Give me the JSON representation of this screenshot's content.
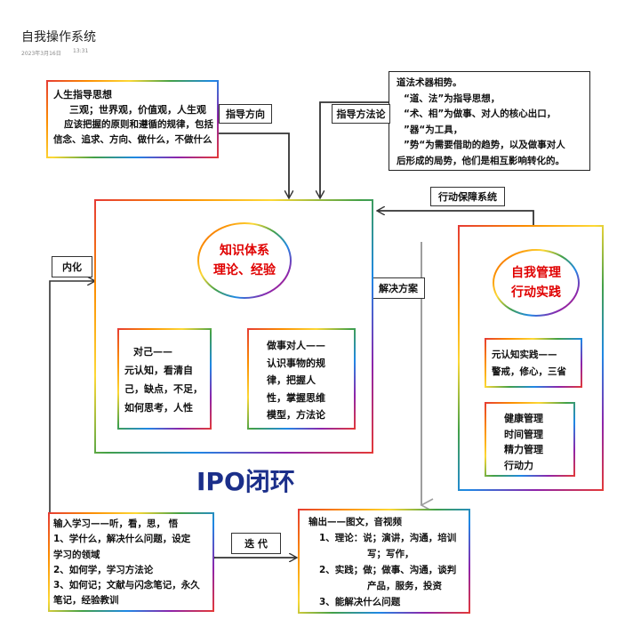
{
  "header": {
    "title": "自我操作系统",
    "date": "2023年3月16日",
    "time": "13:31"
  },
  "boxes": {
    "life_guide": {
      "title": "人生指导思想",
      "lines": [
        "三观；世界观，价值观，人生观",
        "应该把握的原则和遵循的规律，包括",
        "信念、追求、方向、做什么，不做什么"
      ]
    },
    "dao_fa": {
      "lines": [
        "道法术器相势。",
        "“道、法”为指导思想，",
        "“术、相”为做事、对人的核心出口，",
        "”器“为工具，",
        "”势“为需要借助的趋势，以及做事对人",
        "后形成的局势，他们是相互影响转化的。"
      ]
    },
    "knowledge": {
      "line1": "知识体系",
      "line2": "理论、经验"
    },
    "self": {
      "lines": [
        "对己——",
        "元认知，看清自",
        "己，缺点，不足，",
        "如何思考，人性"
      ]
    },
    "others": {
      "lines": [
        "做事对人——",
        "认识事物的规",
        "律，把握人",
        "性，掌握思维",
        "模型，方法论"
      ]
    },
    "self_mgmt": {
      "line1": "自我管理",
      "line2": "行动实践"
    },
    "meta_practice": {
      "lines": [
        "元认知实践——",
        "警戒，修心，三省"
      ]
    },
    "mgmt_list": {
      "items": [
        "健康管理",
        "时间管理",
        "精力管理",
        "行动力"
      ]
    },
    "input": {
      "lines": [
        "输入学习——听，看，思， 悟",
        "1、学什么，解决什么问题，设定",
        "学习的领域",
        "2、如何学，学习方法论",
        "3、如何记；文献与闪念笔记，永久",
        "笔记，经验教训"
      ]
    },
    "output": {
      "lines": [
        "输出——图文，音视频",
        "1、理论：说；演讲，沟通，培训",
        "写；写作，",
        "2、实践；做；做事、沟通，谈判",
        "产品，服务，投资",
        "3、能解决什么问题"
      ]
    }
  },
  "labels": {
    "guide_direction": "指导方向",
    "guide_method": "指导方法论",
    "action_support": "行动保障系统",
    "internalize": "内化",
    "solution": "解决方案",
    "iterate": "迭 代"
  },
  "center_title": "IPO闭环",
  "colors": {
    "ipo_blue": "#1b2f8a",
    "accent_red": "#e00000",
    "arrow_gray": "#9e9e9e"
  }
}
